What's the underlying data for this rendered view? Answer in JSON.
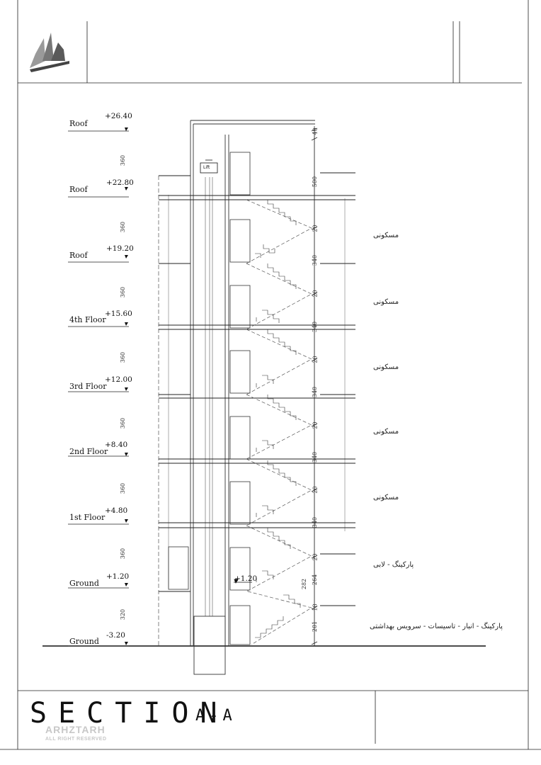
{
  "title": "SECTION",
  "subtitle": "A-A",
  "watermark": {
    "name": "ARHZTARH",
    "tagline": "ALL RIGHT RESERVED"
  },
  "lift_label": "Lift",
  "levels": [
    {
      "name": "Roof",
      "elevation": "+26.40"
    },
    {
      "name": "Roof",
      "elevation": "+22.80"
    },
    {
      "name": "Roof",
      "elevation": "+19.20"
    },
    {
      "name": "4th Floor",
      "elevation": "+15.60"
    },
    {
      "name": "3rd Floor",
      "elevation": "+12.00"
    },
    {
      "name": "2nd Floor",
      "elevation": "+8.40"
    },
    {
      "name": "1st Floor",
      "elevation": "+4.80"
    },
    {
      "name": "Ground",
      "elevation": "+1.20"
    },
    {
      "name": "Ground",
      "elevation": "-3.20"
    }
  ],
  "story_heights": [
    "360",
    "360",
    "360",
    "360",
    "360",
    "360",
    "360",
    "320"
  ],
  "mid_landing": "+1.20",
  "stair_dimensions": [
    "40",
    "500",
    "20",
    "340",
    "20",
    "340",
    "20",
    "340",
    "20",
    "340",
    "20",
    "340",
    "20",
    "264",
    "282",
    "18",
    "201"
  ],
  "room_notes": [
    "مسکونی",
    "مسکونی",
    "مسکونی",
    "مسکونی",
    "مسکونی",
    "پارکینگ - لابی",
    "پارکینگ - انبار - تاسیسات - سرویس بهداشتی"
  ]
}
